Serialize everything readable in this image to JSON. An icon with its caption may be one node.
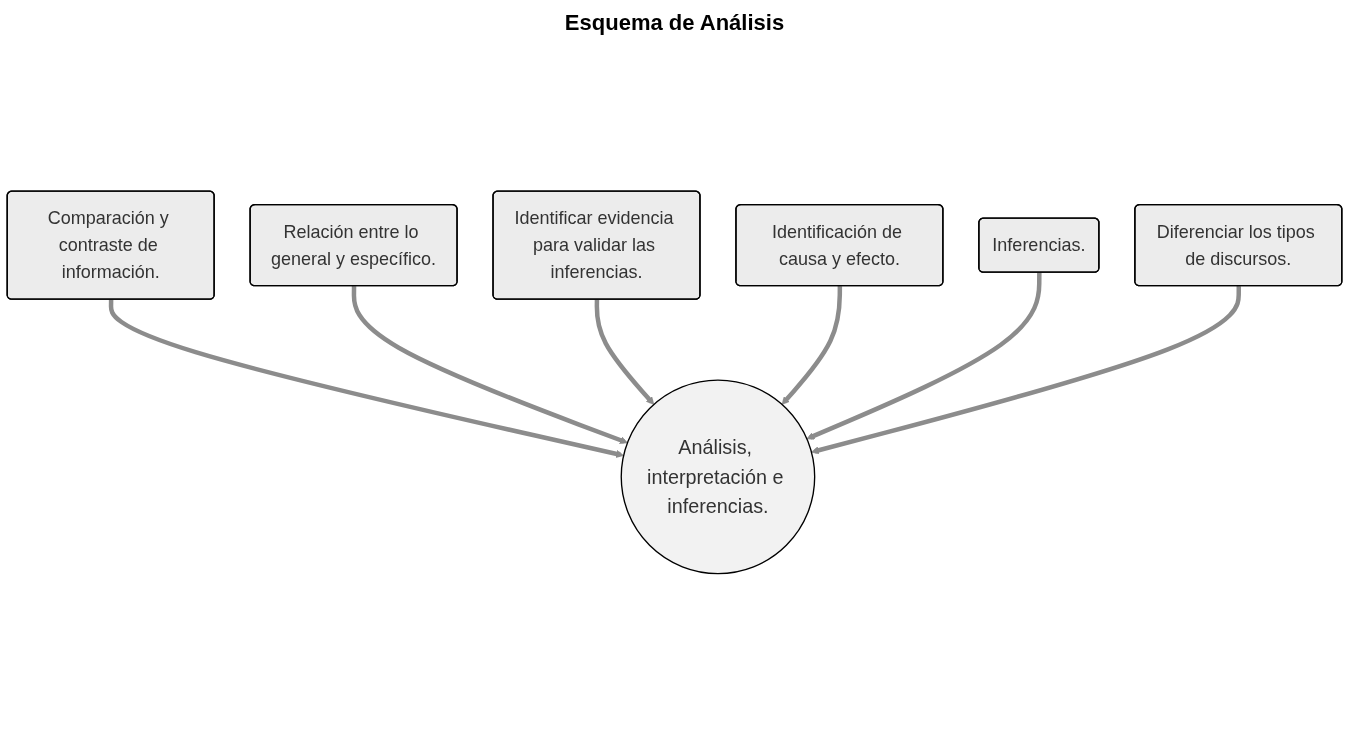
{
  "diagram": {
    "title": "Esquema de Análisis",
    "nodes": [
      {
        "text": [
          "Comparación y contraste de información."
        ]
      },
      {
        "text": [
          "Relación entre lo general y específico."
        ]
      },
      {
        "text": [
          "Identificar evidencia para validar las inferencias."
        ]
      },
      {
        "text": [
          "Identificación de causa y efecto."
        ]
      },
      {
        "text": [
          "Inferencias."
        ]
      },
      {
        "text": [
          "Análisis, interpretación e inferencias."
        ]
      },
      {
        "text": [
          "Diferenciar los tipos de discursos."
        ]
      }
    ],
    "edges": [
      {
        "from": 0,
        "to": 5,
        "arrow": "to"
      },
      {
        "from": 1,
        "to": 5,
        "arrow": "to"
      },
      {
        "from": 2,
        "to": 5,
        "arrow": "to"
      },
      {
        "from": 3,
        "to": 5,
        "arrow": "to"
      },
      {
        "from": 4,
        "to": 5,
        "arrow": "to"
      },
      {
        "from": 6,
        "to": 5,
        "arrow": "to"
      }
    ]
  }
}
